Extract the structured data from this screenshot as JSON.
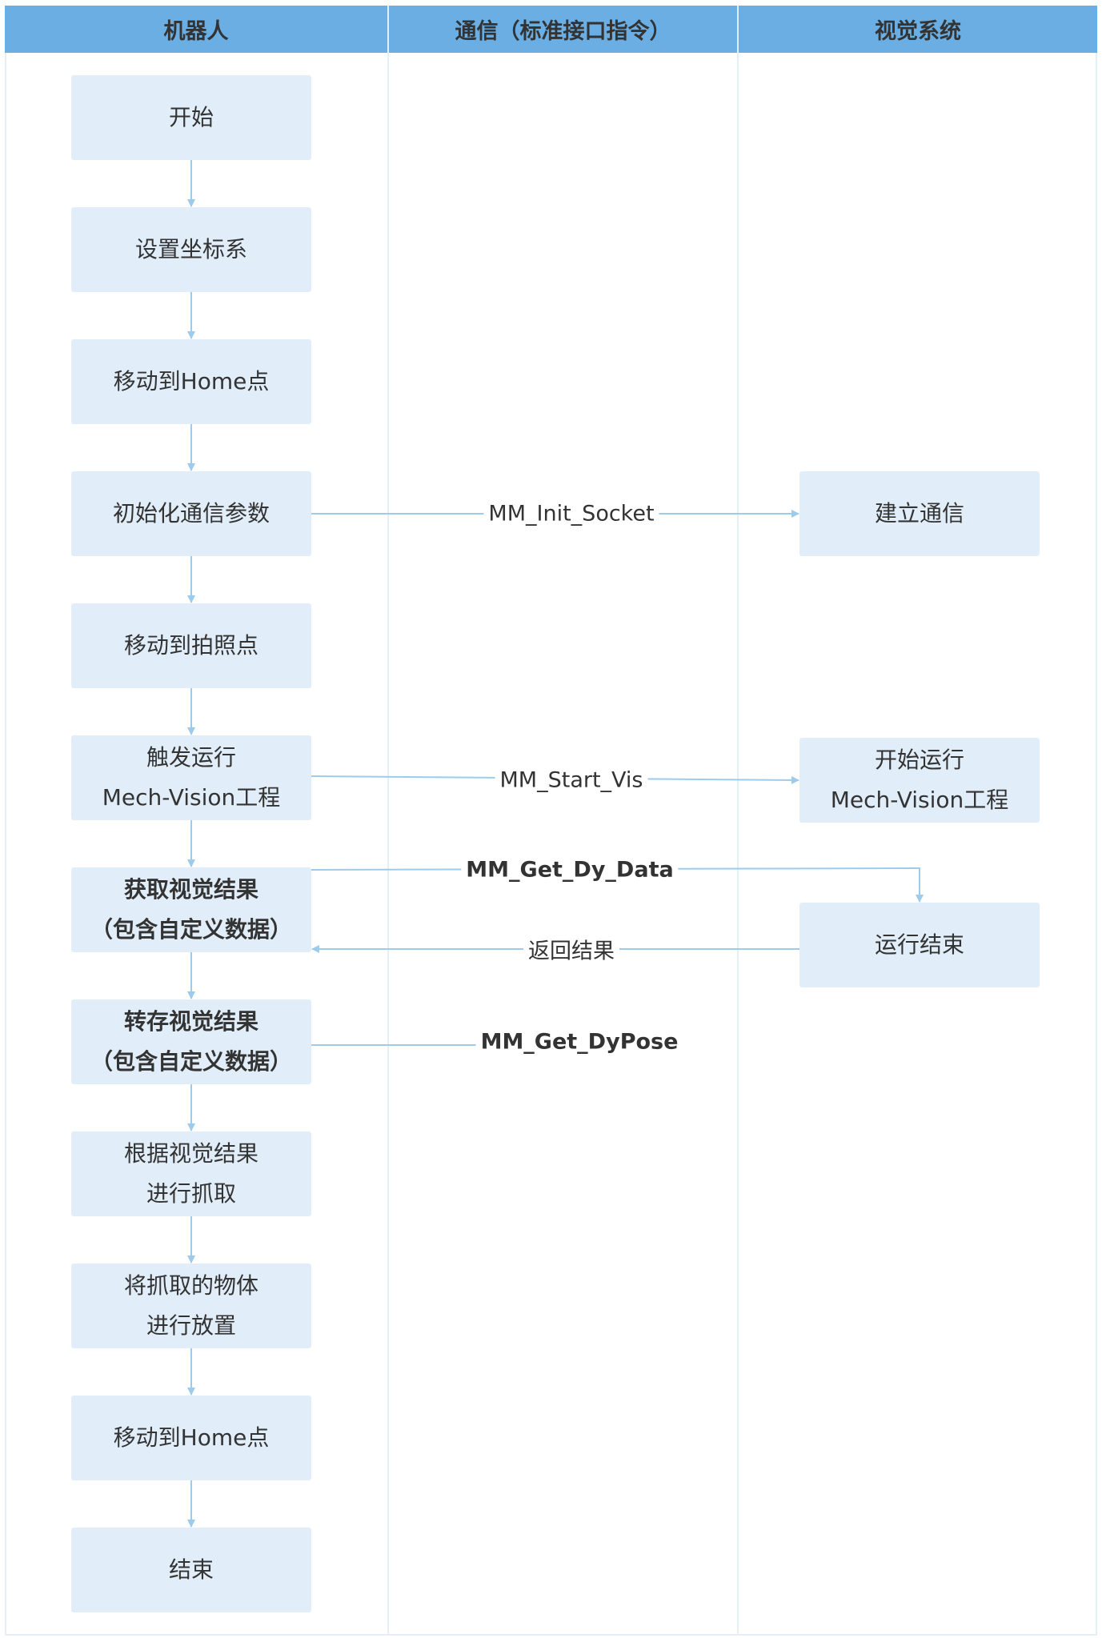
{
  "lanes": {
    "robot": "机器人",
    "comm": "通信（标准接口指令）",
    "vision": "视觉系统"
  },
  "robot_steps": [
    {
      "id": "start",
      "lines": [
        "开始"
      ],
      "bold": false
    },
    {
      "id": "set_coord",
      "lines": [
        "设置坐标系"
      ],
      "bold": false
    },
    {
      "id": "move_home_1",
      "lines": [
        "移动到Home点"
      ],
      "bold": false
    },
    {
      "id": "init_comm",
      "lines": [
        "初始化通信参数"
      ],
      "bold": false
    },
    {
      "id": "move_photo",
      "lines": [
        "移动到拍照点"
      ],
      "bold": false
    },
    {
      "id": "trigger_run",
      "lines": [
        "触发运行",
        "Mech-Vision工程"
      ],
      "bold": false
    },
    {
      "id": "get_result",
      "lines": [
        "获取视觉结果",
        "（包含自定义数据）"
      ],
      "bold": true
    },
    {
      "id": "store_result",
      "lines": [
        "转存视觉结果",
        "（包含自定义数据）"
      ],
      "bold": true
    },
    {
      "id": "grab",
      "lines": [
        "根据视觉结果",
        "进行抓取"
      ],
      "bold": false
    },
    {
      "id": "place",
      "lines": [
        "将抓取的物体",
        "进行放置"
      ],
      "bold": false
    },
    {
      "id": "move_home_2",
      "lines": [
        "移动到Home点"
      ],
      "bold": false
    },
    {
      "id": "end",
      "lines": [
        "结束"
      ],
      "bold": false
    }
  ],
  "vision_steps": [
    {
      "id": "establish",
      "lines": [
        "建立通信"
      ]
    },
    {
      "id": "start_run",
      "lines": [
        "开始运行",
        "Mech-Vision工程"
      ]
    },
    {
      "id": "run_end",
      "lines": [
        "运行结束"
      ]
    }
  ],
  "messages": [
    {
      "id": "init_socket",
      "label": "MM_Init_Socket",
      "bold": false
    },
    {
      "id": "start_vis",
      "label": "MM_Start_Vis",
      "bold": false
    },
    {
      "id": "get_dy_data",
      "label": "MM_Get_Dy_Data",
      "bold": true
    },
    {
      "id": "return_result",
      "label": "返回结果",
      "bold": false
    },
    {
      "id": "get_dypose",
      "label": "MM_Get_DyPose",
      "bold": true
    }
  ],
  "colors": {
    "header_bg": "#6aaee3",
    "node_bg": "#e1eef9",
    "connector": "#9dcbee",
    "divider": "#e6eef6",
    "text": "#333333"
  }
}
